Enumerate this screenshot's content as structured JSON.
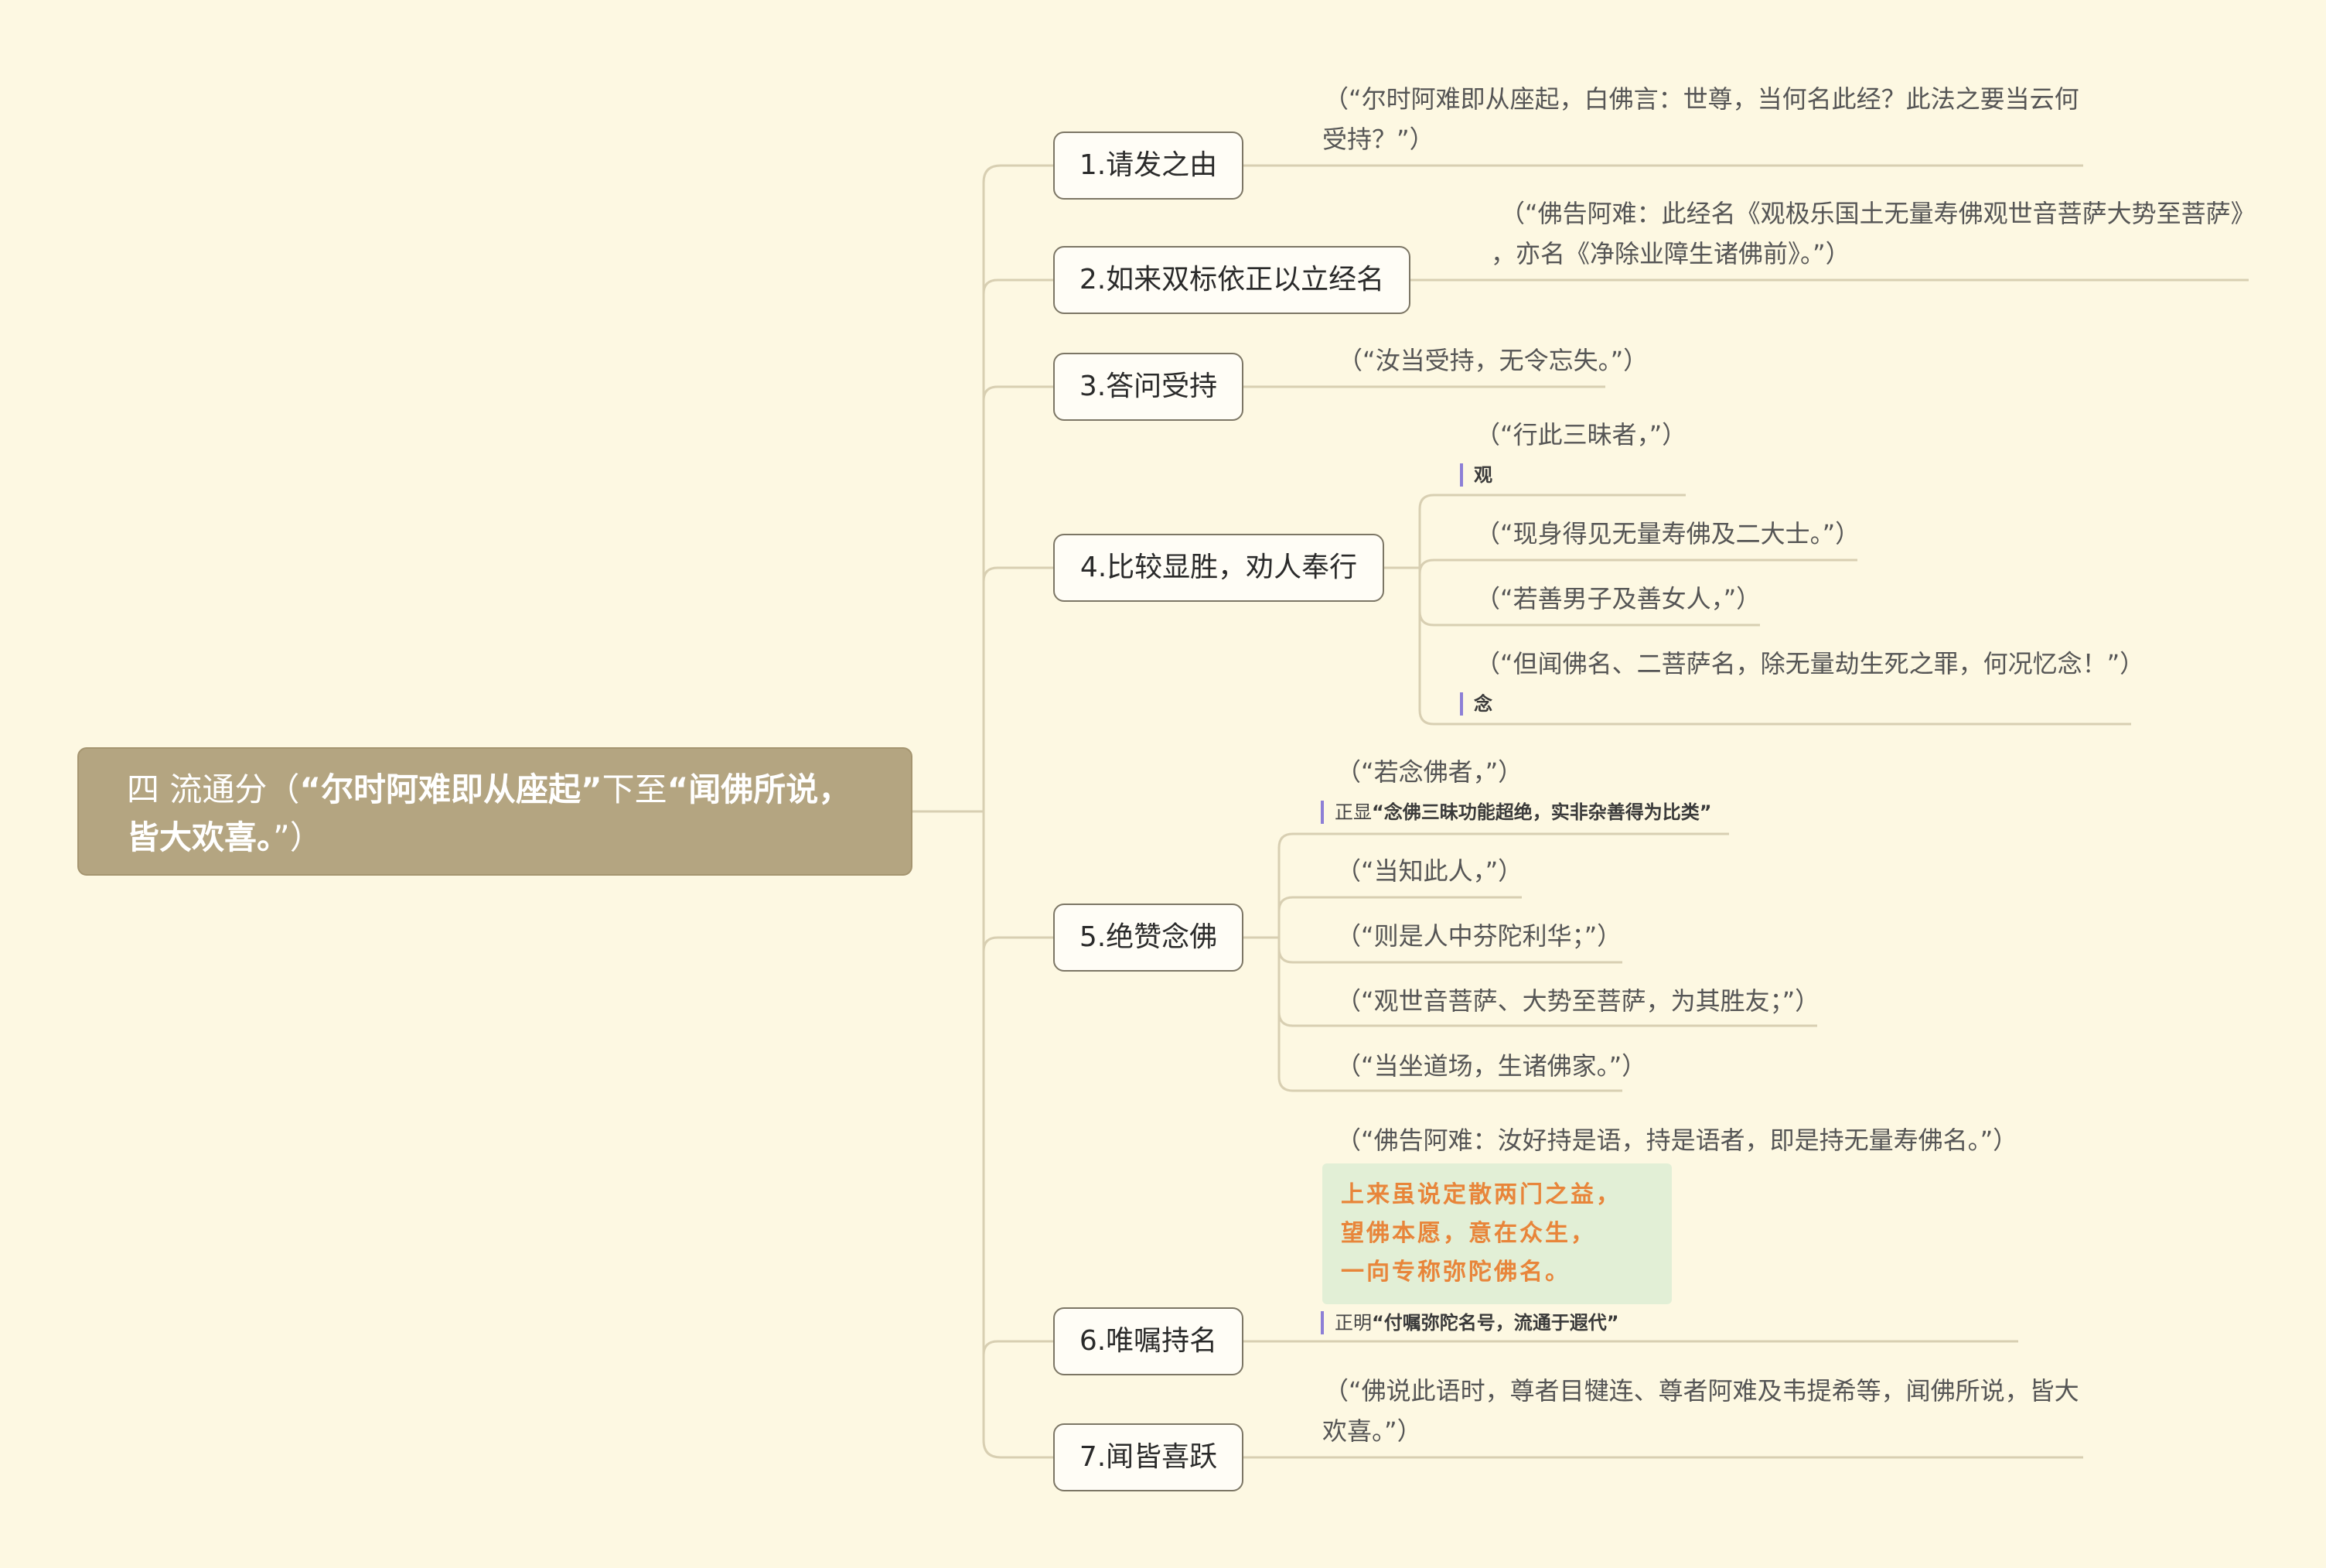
{
  "root": {
    "prefix": "四 流通分（",
    "quote1": "“尔时阿难即从座起”",
    "middle": "下至",
    "quote2a": "“闻佛所说，",
    "quote2b": "皆大欢喜。",
    "suffix": "”）"
  },
  "branches": [
    {
      "label": "1.请发之由",
      "leaf": {
        "line1": "（“尔时阿难即从座起，白佛言：世尊，当何名此经？此法之要当云何",
        "line2": "受持？”）"
      }
    },
    {
      "label": "2.如来双标依正以立经名",
      "leaf": {
        "line1": "（“佛告阿难：此经名《观极乐国土无量寿佛观世音菩萨大势至菩萨》",
        "line2": "，亦名《净除业障生诸佛前》。”）"
      }
    },
    {
      "label": "3.答问受持",
      "leaf": {
        "line1": "（“汝当受持，无令忘失。”）"
      }
    },
    {
      "label": "4.比较显胜，劝人奉行",
      "children": [
        {
          "text": "（“行此三昧者，”）",
          "note": "观"
        },
        {
          "text": "（“现身得见无量寿佛及二大士。”）"
        },
        {
          "text": "（“若善男子及善女人，”）"
        },
        {
          "text": "（“但闻佛名、二菩萨名，除无量劫生死之罪，何况忆念！”）",
          "note": "念"
        }
      ]
    },
    {
      "label": "5.绝赞念佛",
      "note": {
        "prefix": "正显",
        "bold": "“念佛三昧功能超绝，实非杂善得为比类”"
      },
      "children": [
        {
          "text": "（“若念佛者，”）"
        },
        {
          "text": "（“当知此人，”）"
        },
        {
          "text": "（“则是人中芬陀利华；”）"
        },
        {
          "text": "（“观世音菩萨、大势至菩萨，为其胜友；”）"
        },
        {
          "text": "（“当坐道场，生诸佛家。”）"
        }
      ]
    },
    {
      "label": "6.唯嘱持名",
      "leaf": {
        "line1": "（“佛告阿难：汝好持是语，持是语者，即是持无量寿佛名。”）"
      },
      "callout": [
        "上来虽说定散两门之益，",
        "望佛本愿，意在众生，",
        "一向专称弥陀佛名。"
      ],
      "note": {
        "prefix": "正明",
        "bold": "“付嘱弥陀名号，流通于遐代”"
      }
    },
    {
      "label": "7.闻皆喜跃",
      "leaf": {
        "line1": "（“佛说此语时，尊者目犍连、尊者阿难及韦提希等，闻佛所说，皆大",
        "line2": "欢喜。”）"
      }
    }
  ],
  "colors": {
    "background": "#fdf8e2",
    "root_fill": "#b4a581",
    "connector": "#d6cdb0",
    "note_bar": "#8d7fd6",
    "callout_fill": "#e2efd6",
    "callout_text": "#e8853a"
  }
}
